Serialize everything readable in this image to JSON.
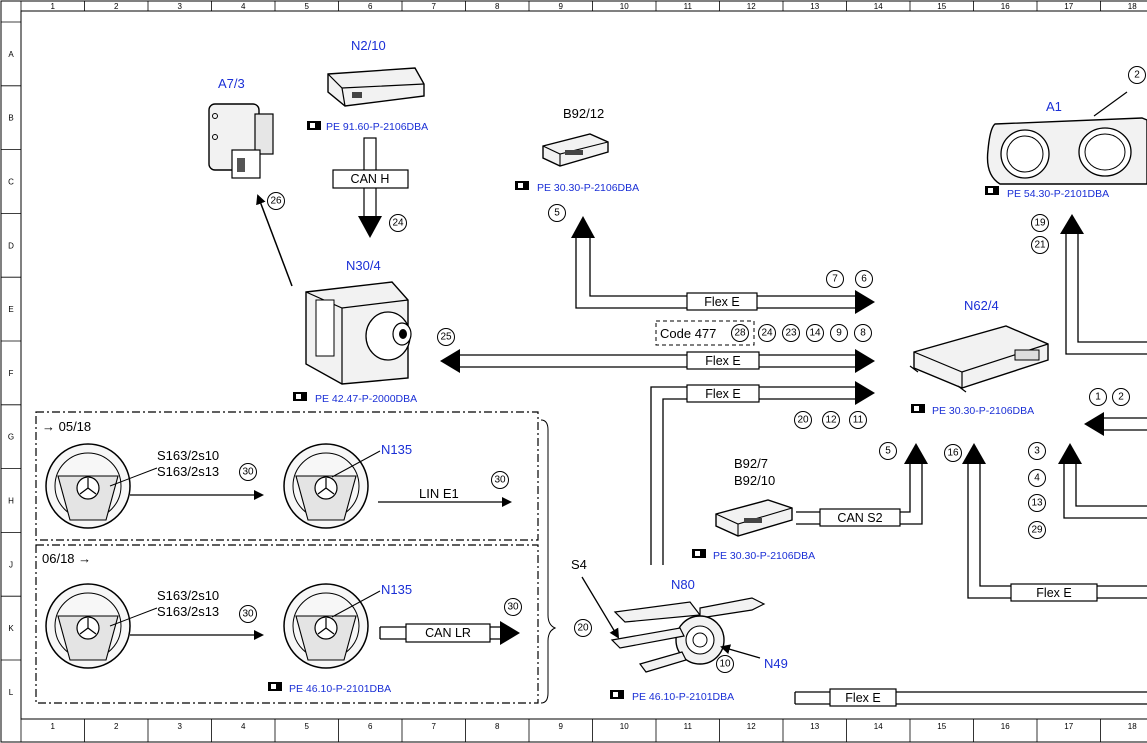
{
  "grid": {
    "columns": [
      "1",
      "2",
      "3",
      "4",
      "5",
      "6",
      "7",
      "8",
      "9",
      "10",
      "11",
      "12",
      "13",
      "14",
      "15",
      "16",
      "17",
      "18"
    ],
    "rows": [
      "A",
      "B",
      "C",
      "D",
      "E",
      "F",
      "G",
      "H",
      "J",
      "K",
      "L"
    ]
  },
  "components": {
    "a7_3": "A7/3",
    "n2_10": "N2/10",
    "b92_12": "B92/12",
    "a1": "A1",
    "n30_4": "N30/4",
    "n62_4": "N62/4",
    "b92_7": "B92/7",
    "b92_10": "B92/10",
    "n80": "N80",
    "s4": "S4",
    "n49": "N49",
    "n135_top": "N135",
    "n135_bottom": "N135",
    "s163_top_1": "S163/2s10",
    "s163_top_2": "S163/2s13",
    "s163_bot_1": "S163/2s10",
    "s163_bot_2": "S163/2s13"
  },
  "references": {
    "n2_10": "PE 91.60-P-2106DBA",
    "b92_12": "PE 30.30-P-2106DBA",
    "a1": "PE 54.30-P-2101DBA",
    "n30_4": "PE 42.47-P-2000DBA",
    "n62_4": "PE 30.30-P-2106DBA",
    "b92_7": "PE 30.30-P-2106DBA",
    "steering": "PE 46.10-P-2101DBA",
    "n80": "PE 46.10-P-2101DBA"
  },
  "buses": {
    "can_h": "CAN H",
    "flex_e_1": "Flex E",
    "flex_e_2": "Flex E",
    "flex_e_3": "Flex E",
    "flex_e_4": "Flex E",
    "flex_e_5": "Flex E",
    "can_s2": "CAN S2",
    "lin_e1": "LIN E1",
    "can_lr": "CAN LR"
  },
  "code_label": "Code 477",
  "sections": {
    "top": "→ 05/18",
    "bottom": "06/18 →"
  },
  "markers": {
    "m26": "26",
    "m24": "24",
    "m5a": "5",
    "m19": "19",
    "m21": "21",
    "m7": "7",
    "m6": "6",
    "m28": "28",
    "m24b": "24",
    "m23": "23",
    "m14": "14",
    "m9": "9",
    "m8": "8",
    "m25": "25",
    "m20a": "20",
    "m12": "12",
    "m11": "11",
    "m1": "1",
    "m2": "2",
    "m5b": "5",
    "m16": "16",
    "m3": "3",
    "m4": "4",
    "m13": "13",
    "m29": "29",
    "m30a": "30",
    "m30b": "30",
    "m30c": "30",
    "m30d": "30",
    "m20b": "20",
    "m10": "10",
    "m2top": "2"
  }
}
